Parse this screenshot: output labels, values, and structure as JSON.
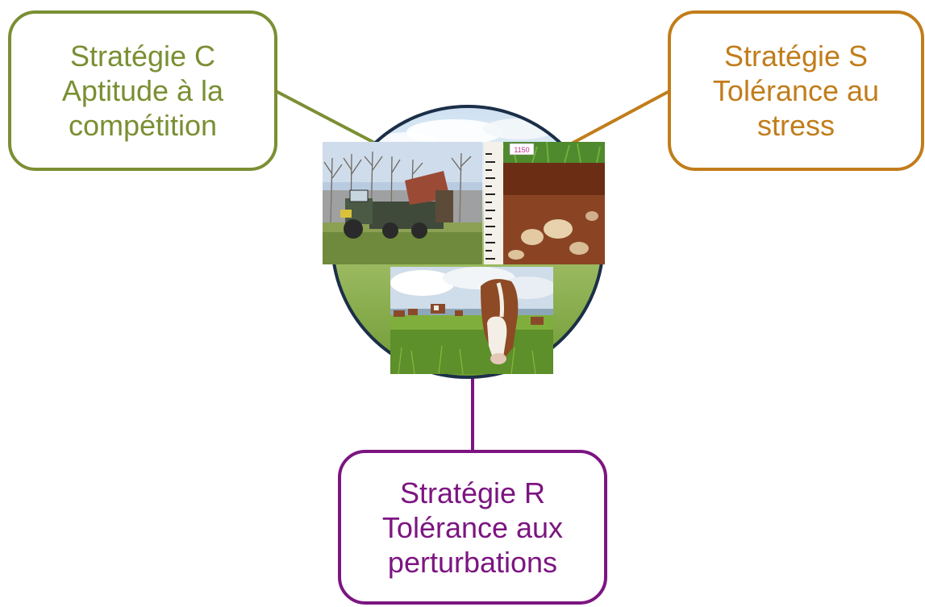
{
  "strategies": [
    {
      "id": "C",
      "title": "Stratégie C",
      "lines": [
        "Aptitude à la",
        "compétition"
      ],
      "color": "#7a8f33"
    },
    {
      "id": "S",
      "title": "Stratégie S",
      "lines": [
        "Tolérance au",
        "stress"
      ],
      "color": "#c17d1b"
    },
    {
      "id": "R",
      "title": "Stratégie R",
      "lines": [
        "Tolérance aux",
        "perturbations"
      ],
      "color": "#7c1581"
    }
  ],
  "center": {
    "border_color": "#1c2f48",
    "photos": [
      "tractor-spreading-manure-photo",
      "soil-profile-photo",
      "grazing-cows-photo"
    ],
    "ruler_label": "1150"
  }
}
